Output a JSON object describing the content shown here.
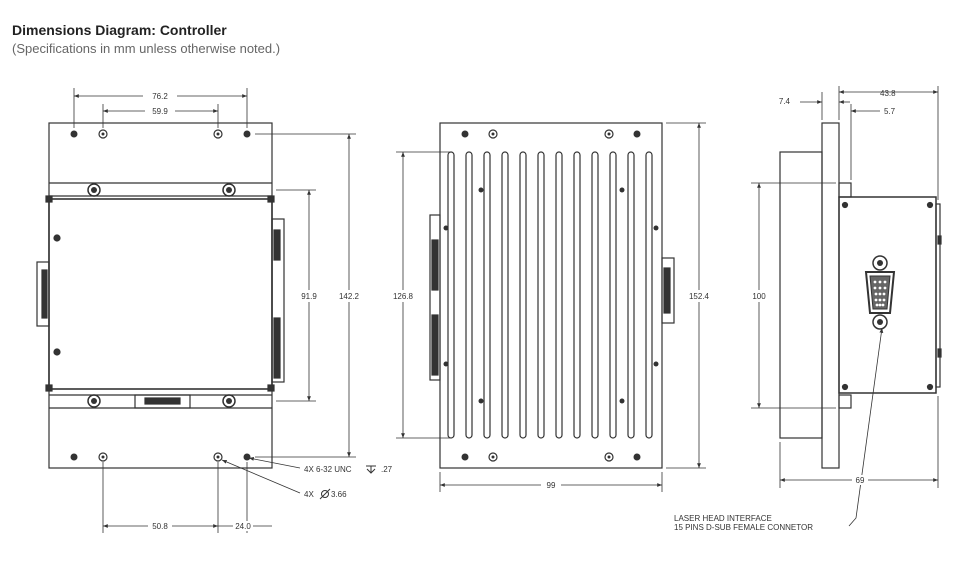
{
  "header": {
    "title": "Dimensions Diagram: Controller",
    "subtitle": "(Specifications in mm unless otherwise noted.)"
  },
  "front_view": {
    "dim_overall_width": "76.2",
    "dim_hole_spacing": "59.9",
    "dim_inner_height": "91.9",
    "dim_overall_height": "142.2",
    "dim_bottom_left": "50.8",
    "dim_bottom_right": "24.0",
    "callout_thread": "4X 6-32 UNC",
    "callout_depth": ".27",
    "callout_hole_prefix": "4X",
    "callout_hole_value": "3.66"
  },
  "heatsink_view": {
    "dim_fin_height": "126.8",
    "dim_overall_height": "152.4",
    "dim_width": "99"
  },
  "side_view": {
    "dim_flange": "7.4",
    "dim_overall_depth": "43.8",
    "dim_offset": "5.7",
    "dim_body_height": "100",
    "dim_bottom": "69",
    "connector_label_line1": "LASER HEAD INTERFACE",
    "connector_label_line2": "15 PINS D-SUB FEMALE CONNETOR"
  },
  "colors": {
    "line": "#333333",
    "body_fill": "#ffffff",
    "grey": "#666666"
  }
}
